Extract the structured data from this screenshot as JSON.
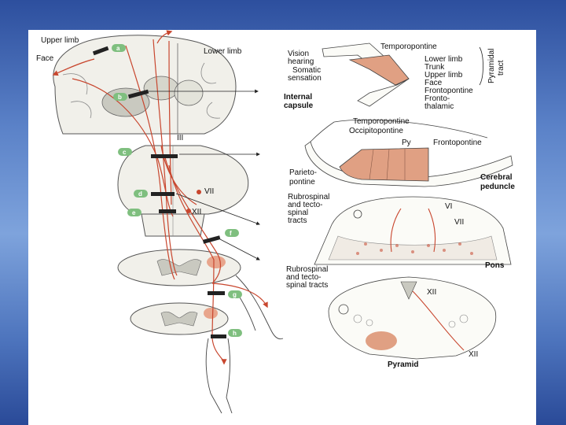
{
  "left_labels": {
    "upper_limb": "Upper limb",
    "face": "Face",
    "lower_limb": "Lower limb",
    "nerve_iii": "III",
    "nerve_vii": "VII",
    "nerve_xii": "XII"
  },
  "section_badges": [
    "a",
    "b",
    "c",
    "d",
    "e",
    "f",
    "g",
    "h"
  ],
  "internal_capsule": {
    "temporopontine": "Temporopontine",
    "vision": "Vision",
    "hearing": "hearing",
    "somatic": "Somatic",
    "sensation": "sensation",
    "lower_limb": "Lower limb",
    "trunk": "Trunk",
    "upper_limb": "Upper limb",
    "face": "Face",
    "frontopontine": "Frontopontine",
    "fronto": "Fronto-",
    "thalamic": "thalamic",
    "pyramidal": "Pyramidal",
    "tract": "tract",
    "title_1": "Internal",
    "title_2": "capsule"
  },
  "cerebral_peduncle": {
    "temporopontine": "Temporopontine",
    "occipitopontine": "Occipitopontine",
    "py": "Py",
    "frontopontine": "Frontopontine",
    "parieto": "Parieto-",
    "pontine": "pontine",
    "title_1": "Cerebral",
    "title_2": "peduncle"
  },
  "pons": {
    "rubro_1": "Rubrospinal",
    "rubro_2": "and tecto-",
    "rubro_3": "spinal",
    "rubro_4": "tracts",
    "vi": "VI",
    "vii": "VII",
    "title": "Pons"
  },
  "medulla": {
    "rubro_1": "Rubrospinal",
    "rubro_2": "and tecto-",
    "rubro_3": "spinal tracts",
    "xii_top": "XII",
    "xii_bottom": "XII",
    "title": "Pyramid"
  }
}
